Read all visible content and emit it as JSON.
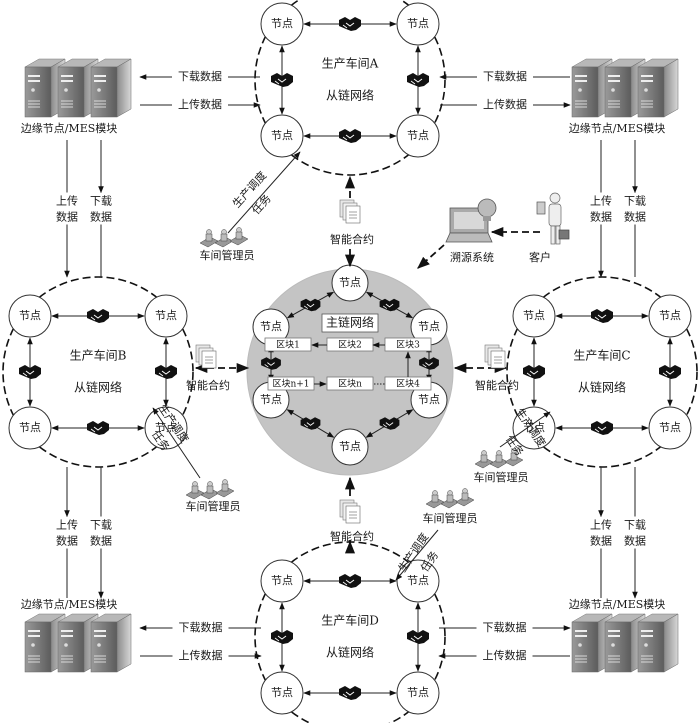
{
  "node_label": "节点",
  "main_chain": {
    "title": "主链网络",
    "blocks": [
      "区块1",
      "区块2",
      "区块3",
      "区块4",
      "区块n",
      "区块n+1"
    ],
    "ellipsis": "······",
    "fill_color": "#c4c4c4"
  },
  "workshops": [
    {
      "id": "A",
      "title": "生产车间A",
      "subtitle": "从链网络"
    },
    {
      "id": "B",
      "title": "生产车间B",
      "subtitle": "从链网络"
    },
    {
      "id": "C",
      "title": "生产车间C",
      "subtitle": "从链网络"
    },
    {
      "id": "D",
      "title": "生产车间D",
      "subtitle": "从链网络"
    }
  ],
  "edge_module": {
    "label": "边缘节点/MES模块"
  },
  "data_flow": {
    "download": "下载数据",
    "upload": "上传数据",
    "upload_v": [
      "上传",
      "数据"
    ],
    "download_v": [
      "下载",
      "数据"
    ]
  },
  "smart_contract": "智能合约",
  "manager": "车间管理员",
  "task": [
    "生产调度",
    "任务"
  ],
  "trace_system": "溯源系统",
  "customer": "客户"
}
